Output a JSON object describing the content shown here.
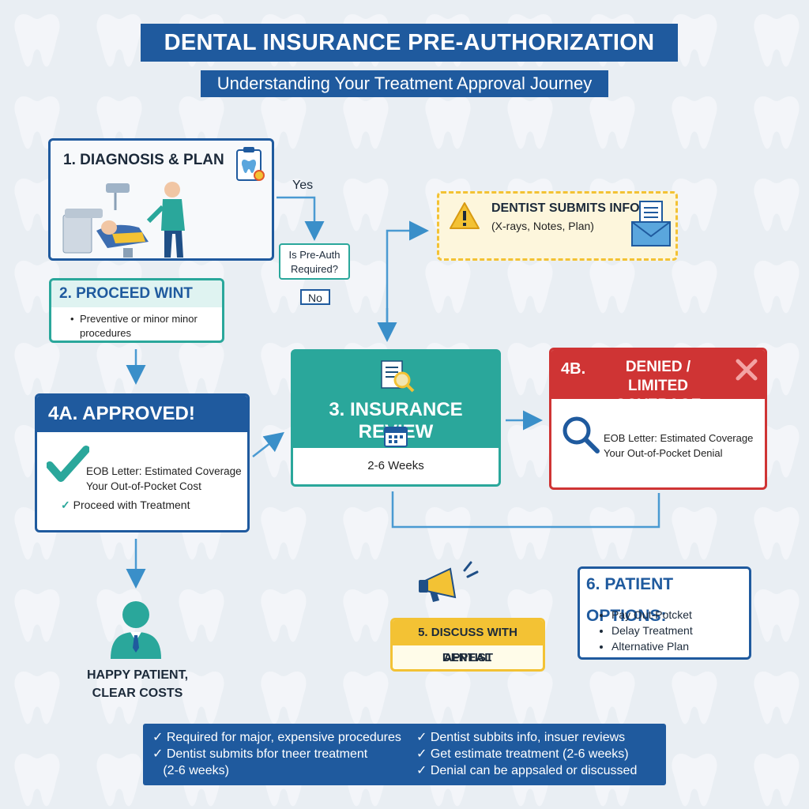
{
  "header": {
    "title": "DENTAL INSURANCE PRE-AUTHORIZATION PROCESS",
    "subtitle": "Understanding Your Treatment Approval Journey"
  },
  "step1": {
    "label": "1.  DIAGNOSIS & PLAN"
  },
  "decision": {
    "question_line1": "Is Pre-Auth",
    "question_line2": "Required?",
    "yes": "Yes",
    "no": "No"
  },
  "step2": {
    "label": "2. PROCEED WINT",
    "bullet_line1": "Preventive or minor minor",
    "bullet_line2": "procedures"
  },
  "submits": {
    "label": "DENTIST SUBMITS INFO",
    "detail": "(X-rays, Notes, Plan)"
  },
  "step3": {
    "label": "3. INSURANCE REVIEW",
    "duration": "2-6 Weeks"
  },
  "step4a": {
    "label": "4A.  APPROVED!",
    "line1": "EOB Letter: Estimated Coverage",
    "line2": "Your Out-of-Pocket Cost",
    "proceed": "Proceed with Treatment"
  },
  "step4b": {
    "number": "4B.",
    "label_line1": "DENIED /",
    "label_line2": "LIMITED COVERAGE",
    "line1": "EOB Letter: Estimated Coverage",
    "line2": "Your Out-of-Pocket Denial"
  },
  "outcome": {
    "line1": "HAPPY PATIENT,",
    "line2": "CLEAR COSTS"
  },
  "step5": {
    "label": "5. DISCUSS WITH DENTIST",
    "appeal": "APPEAL"
  },
  "step6": {
    "label": "6. PATIENT OPTIONS:",
    "options": [
      "Pay Out-Potcket",
      "Delay Treatment",
      "Alternative Plan"
    ]
  },
  "summary": {
    "left": [
      "✓ Required for major, expensive procedures",
      "✓ Dentist submits bfor tneer treatment",
      "   (2-6 weeks)"
    ],
    "right": [
      "✓ Dentist subbits info, insuer reviews",
      "✓ Get estimate treatment (2-6 weeks)",
      "✓ Denial can be appsaled or discussed"
    ]
  },
  "colors": {
    "navy": "#1f5a9e",
    "teal": "#2aa79b",
    "red": "#cf3434",
    "yellow": "#f3c234"
  },
  "icons": [
    "clipboard-tooth-icon",
    "dental-chair-scene",
    "warning-icon",
    "document-envelope-icon",
    "document-search-icon",
    "calendar-icon",
    "magnifier-icon",
    "checkmark-icon",
    "megaphone-icon",
    "patient-avatar-icon"
  ]
}
